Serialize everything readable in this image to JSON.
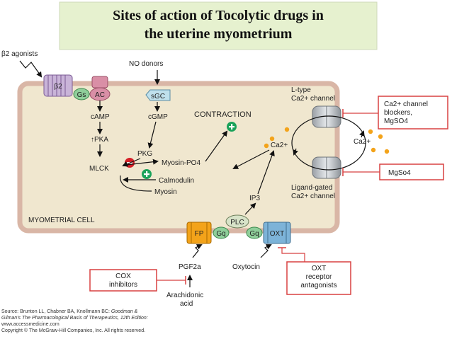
{
  "title": {
    "line1": "Sites of action of Tocolytic drugs in",
    "line2": "the uterine myometrium"
  },
  "labels": {
    "b2_agonists": "β2 agonists",
    "b2": "β2",
    "gs": "Gs",
    "ac": "AC",
    "no_donors": "NO donors",
    "sgc": "sGC",
    "camp": "cAMP",
    "cgmp": "cGMP",
    "pka": "↑PKA",
    "pkg": "PKG",
    "mlck": "MLCK",
    "myosin_po4": "Myosin-PO4",
    "calmodulin": "Calmodulin",
    "myosin": "Myosin",
    "contraction": "CONTRACTION",
    "ltype1": "L-type",
    "ltype2": "Ca2+ channel",
    "ca_in": "Ca2+",
    "ca_out": "Ca2+",
    "ip3": "IP3",
    "ligand1": "Ligand-gated",
    "ligand2": "Ca2+ channel",
    "myometrial_cell": "MYOMETRIAL CELL",
    "plc": "PLC",
    "fp": "FP",
    "gq1": "Gq",
    "gq2": "Gq",
    "oxt": "OXT",
    "pgf2a": "PGF2a",
    "oxytocin": "Oxytocin",
    "arachidonic1": "Arachidonic",
    "arachidonic2": "acid"
  },
  "drug_boxes": {
    "ca_blockers1": "Ca2+ channel",
    "ca_blockers2": "blockers,",
    "ca_blockers3": "MgSO4",
    "mgso4": "MgSo4",
    "cox1": "COX",
    "cox2": "inhibitors",
    "oxt_ant1": "OXT",
    "oxt_ant2": "receptor",
    "oxt_ant3": "antagonists"
  },
  "source": {
    "line1a": "Source: Brunton LL, Chabner BA, Knollmann BC: ",
    "line1b": "Goodman &",
    "line2": "Gilman's The Pharmacological Basis of Therapeutics, 12th Edition:",
    "line3": "www.accessmedicine.com",
    "line4": "Copyright © The McGraw-Hill Companies, Inc. All rights reserved."
  },
  "colors": {
    "cell_fill": "#f0e7cf",
    "cell_border": "#d9b6a6",
    "inhibit_red": "#d84040",
    "title_bg": "#e6f1cf",
    "receptor_orange": "#f3a31a",
    "oxt_blue": "#7db3d8",
    "gprotein_green": "#8fce9a",
    "ac_pink": "#d98fa6",
    "plus_green": "#1aa25a",
    "minus_red": "#d51f27",
    "ca_dot": "#f3a31a"
  }
}
